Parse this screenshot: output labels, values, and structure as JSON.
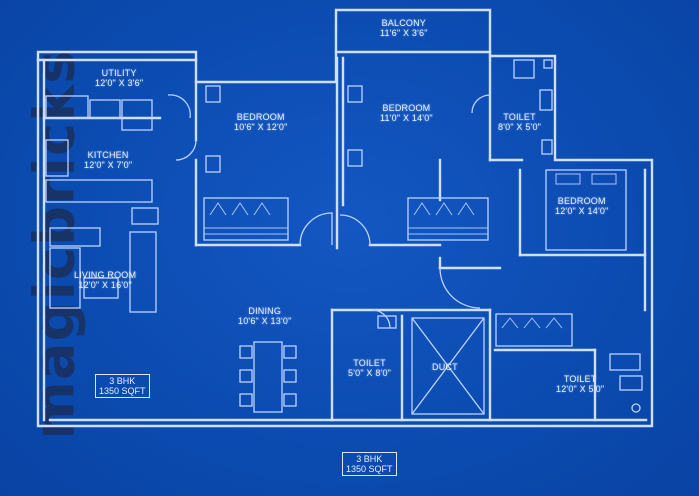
{
  "rooms": {
    "balcony": {
      "name": "BALCONY",
      "size": "11'6\" X 3'6\""
    },
    "utility": {
      "name": "UTILITY",
      "size": "12'0\" X 3'6\""
    },
    "kitchen": {
      "name": "KITCHEN",
      "size": "12'0\" X 7'0\""
    },
    "bedroom1": {
      "name": "BEDROOM",
      "size": "10'6\" X 12'0\""
    },
    "bedroom2": {
      "name": "BEDROOM",
      "size": "11'0\" X 14'0\""
    },
    "toilet1": {
      "name": "TOILET",
      "size": "8'0\" X 5'0\""
    },
    "bedroom3": {
      "name": "BEDROOM",
      "size": "12'0\" X 14'0\""
    },
    "living": {
      "name": "LIVING ROOM",
      "size": "12'0\" X 16'0\""
    },
    "dining": {
      "name": "DINING",
      "size": "10'6\" X 13'0\""
    },
    "toilet2": {
      "name": "TOILET",
      "size": "5'0\" X 8'0\""
    },
    "duct": {
      "name": "DUCT"
    },
    "toilet3": {
      "name": "TOILET",
      "size": "12'0\" X 5'0\""
    }
  },
  "badge_inner": {
    "type": "3 BHK",
    "area": "1350 SQFT"
  },
  "badge_bottom": {
    "type": "3 BHK",
    "area": "1350 SQFT"
  },
  "watermark": "magicbricks",
  "colors": {
    "background": "#0b4bb0",
    "lines": "#cfe0ff",
    "watermark": "#1a2f5c"
  }
}
